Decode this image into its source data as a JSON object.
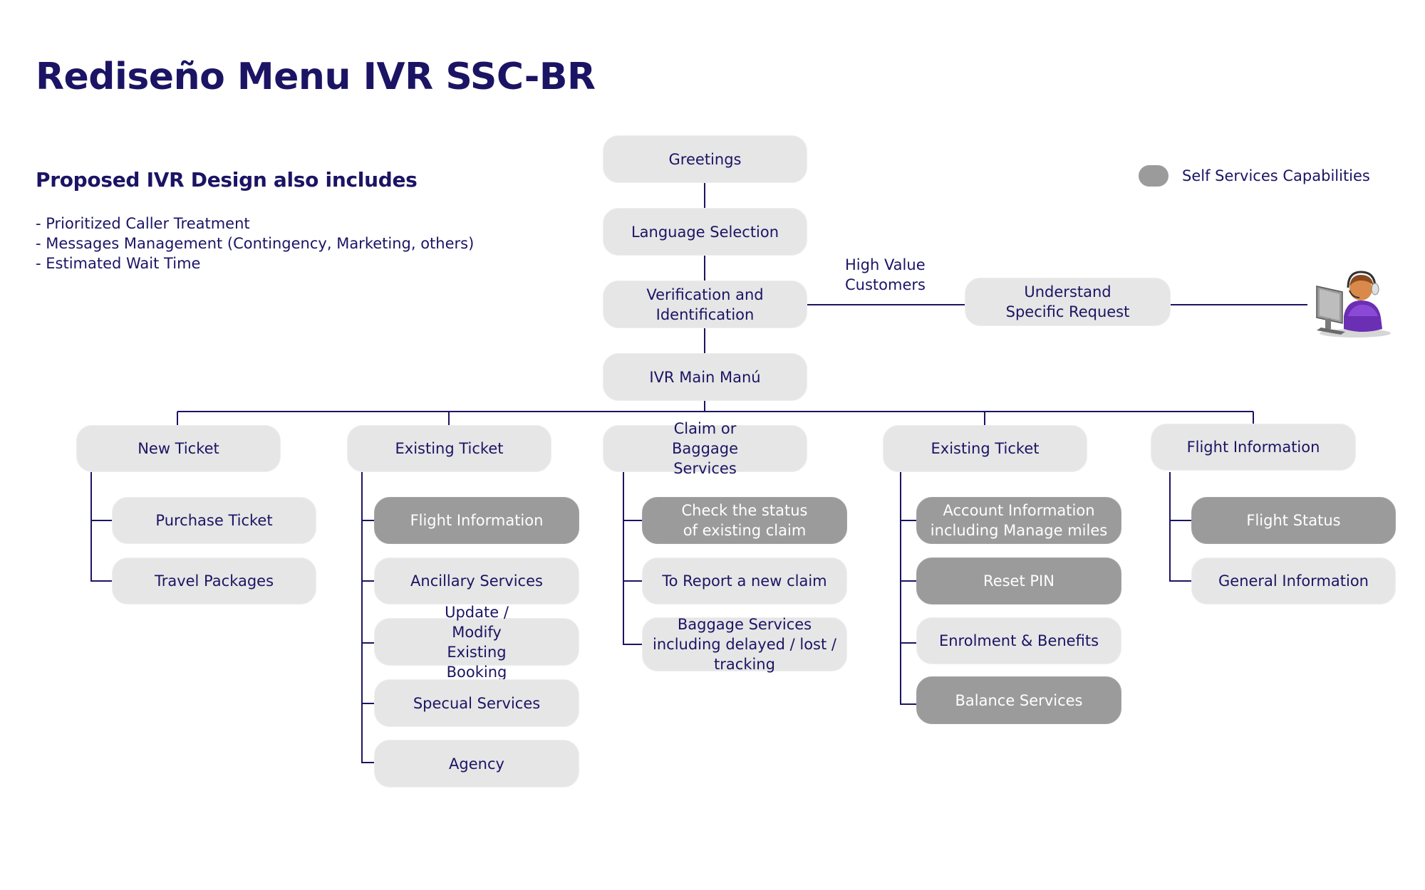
{
  "title": "Rediseño Menu IVR SSC-BR",
  "intro": {
    "heading": "Proposed IVR Design also includes",
    "bullets": [
      "- Prioritized Caller Treatment",
      "- Messages Management (Contingency, Marketing, others)",
      "- Estimated Wait Time"
    ]
  },
  "legend": {
    "label": "Self Services Capabilities",
    "swatch_color": "#9b9b9b"
  },
  "colors": {
    "text": "#1b1464",
    "node_fill": "#e6e6e6",
    "self_service_fill": "#9b9b9b",
    "connector": "#1b1464"
  },
  "flow": {
    "greetings": "Greetings",
    "language": "Language Selection",
    "verification": "Verification and Identification",
    "main_menu": "IVR Main Manú",
    "high_value_label": "High Value\nCustomers",
    "understand": "Understand Specific Request",
    "agent_icon": "call-center-agent-icon"
  },
  "branches": [
    {
      "label": "New Ticket",
      "children": [
        {
          "label": "Purchase Ticket",
          "self_service": false
        },
        {
          "label": "Travel Packages",
          "self_service": false
        }
      ]
    },
    {
      "label": "Existing Ticket",
      "children": [
        {
          "label": "Flight Information",
          "self_service": true
        },
        {
          "label": "Ancillary Services",
          "self_service": false
        },
        {
          "label": "Update / Modify Existing Booking",
          "self_service": false
        },
        {
          "label": "Specual Services",
          "self_service": false
        },
        {
          "label": "Agency",
          "self_service": false
        }
      ]
    },
    {
      "label": "Claim or Baggage Services",
      "children": [
        {
          "label": "Check the status of existing claim",
          "self_service": true
        },
        {
          "label": "To Report a new claim",
          "self_service": false
        },
        {
          "label": "Baggage Services including delayed / lost / tracking",
          "self_service": false
        }
      ]
    },
    {
      "label": "Existing Ticket",
      "children": [
        {
          "label": "Account Information including Manage miles",
          "self_service": true
        },
        {
          "label": "Reset PIN",
          "self_service": true
        },
        {
          "label": "Enrolment & Benefits",
          "self_service": false
        },
        {
          "label": "Balance Services",
          "self_service": true
        }
      ]
    },
    {
      "label": "Flight Information",
      "children": [
        {
          "label": "Flight Status",
          "self_service": true
        },
        {
          "label": "General Information",
          "self_service": false
        }
      ]
    }
  ]
}
